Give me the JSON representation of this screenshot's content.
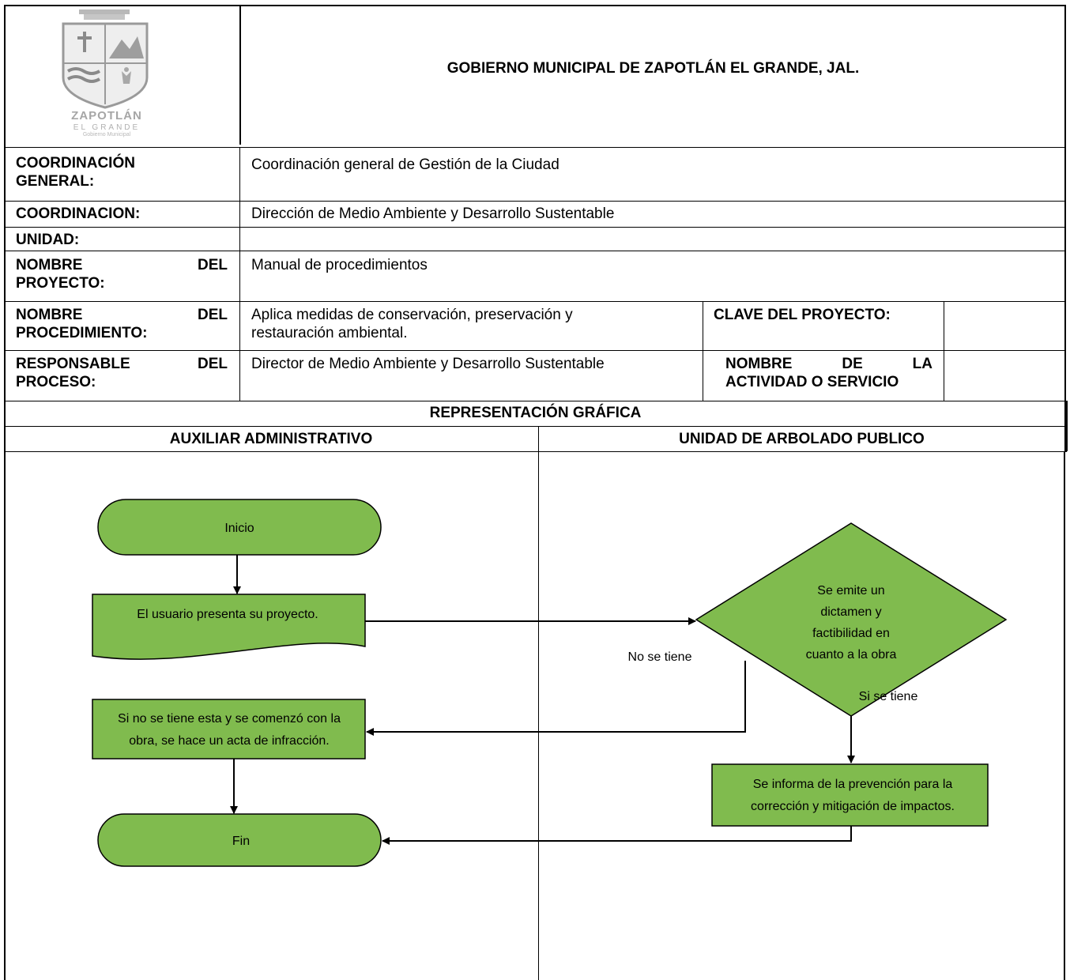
{
  "header": {
    "logo_name": "ZAPOTLÁN",
    "logo_sub1": "EL GRANDE",
    "logo_sub2": "Gobierno Municipal",
    "title": "GOBIERNO MUNICIPAL DE ZAPOTLÁN EL GRANDE, JAL."
  },
  "form": {
    "coordinacion_general": {
      "label_line1": "COORDINACIÓN",
      "label_line2": "GENERAL:",
      "value": "Coordinación general de Gestión de la Ciudad"
    },
    "coordinacion": {
      "label": "COORDINACION:",
      "value": "Dirección de Medio Ambiente y Desarrollo Sustentable"
    },
    "unidad": {
      "label": "UNIDAD:",
      "value": ""
    },
    "nombre_proyecto": {
      "label_w1": "NOMBRE",
      "label_w2": "DEL",
      "label_line2": "PROYECTO:",
      "value": "Manual de procedimientos"
    },
    "nombre_procedimiento": {
      "label_w1": "NOMBRE",
      "label_w2": "DEL",
      "label_line2": "PROCEDIMIENTO:",
      "value_line1": "Aplica medidas de conservación, preservación y",
      "value_line2": "restauración ambiental.",
      "clave_label": "CLAVE DEL PROYECTO:",
      "clave_value": ""
    },
    "responsable": {
      "label_w1": "RESPONSABLE",
      "label_w2": "DEL",
      "label_line2": "PROCESO:",
      "value": "Director de Medio Ambiente y Desarrollo Sustentable",
      "actividad_w1": "NOMBRE",
      "actividad_w2": "DE",
      "actividad_w3": "LA",
      "actividad_line2": "ACTIVIDAD O SERVICIO",
      "actividad_value": ""
    }
  },
  "diagram": {
    "section_title": "REPRESENTACIÓN GRÁFICA",
    "lane_left": "AUXILIAR ADMINISTRATIVO",
    "lane_right": "UNIDAD DE ARBOLADO PUBLICO",
    "fill_color": "#80BB4E",
    "nodes": {
      "inicio": "Inicio",
      "presenta": "El usuario presenta su proyecto.",
      "dictamen_l1": "Se emite un",
      "dictamen_l2": "dictamen y",
      "dictamen_l3": "factibilidad en",
      "dictamen_l4": "cuanto a la obra",
      "infraccion_l1": "Si no se tiene esta y se comenzó con la",
      "infraccion_l2": "obra, se hace un acta de infracción.",
      "prevencion_l1": "Se informa de la prevención para la",
      "prevencion_l2": "corrección y mitigación de impactos.",
      "fin": "Fin"
    },
    "edge_labels": {
      "no_se_tiene": "No se tiene",
      "si_se_tiene": "Si se tiene"
    }
  }
}
